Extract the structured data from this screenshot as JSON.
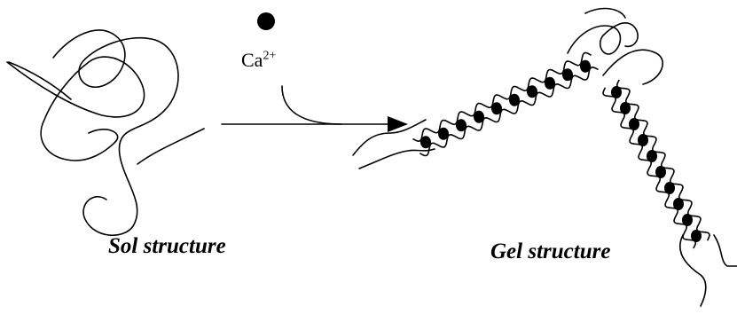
{
  "labels": {
    "ion_base": "Ca",
    "ion_charge": "2+",
    "sol": "Sol structure",
    "gel": "Gel structure"
  },
  "colors": {
    "ink": "#000000",
    "background": "#ffffff"
  },
  "icons": {
    "ion_marker": "filled-circle",
    "reaction_arrow": "arrow-right"
  }
}
